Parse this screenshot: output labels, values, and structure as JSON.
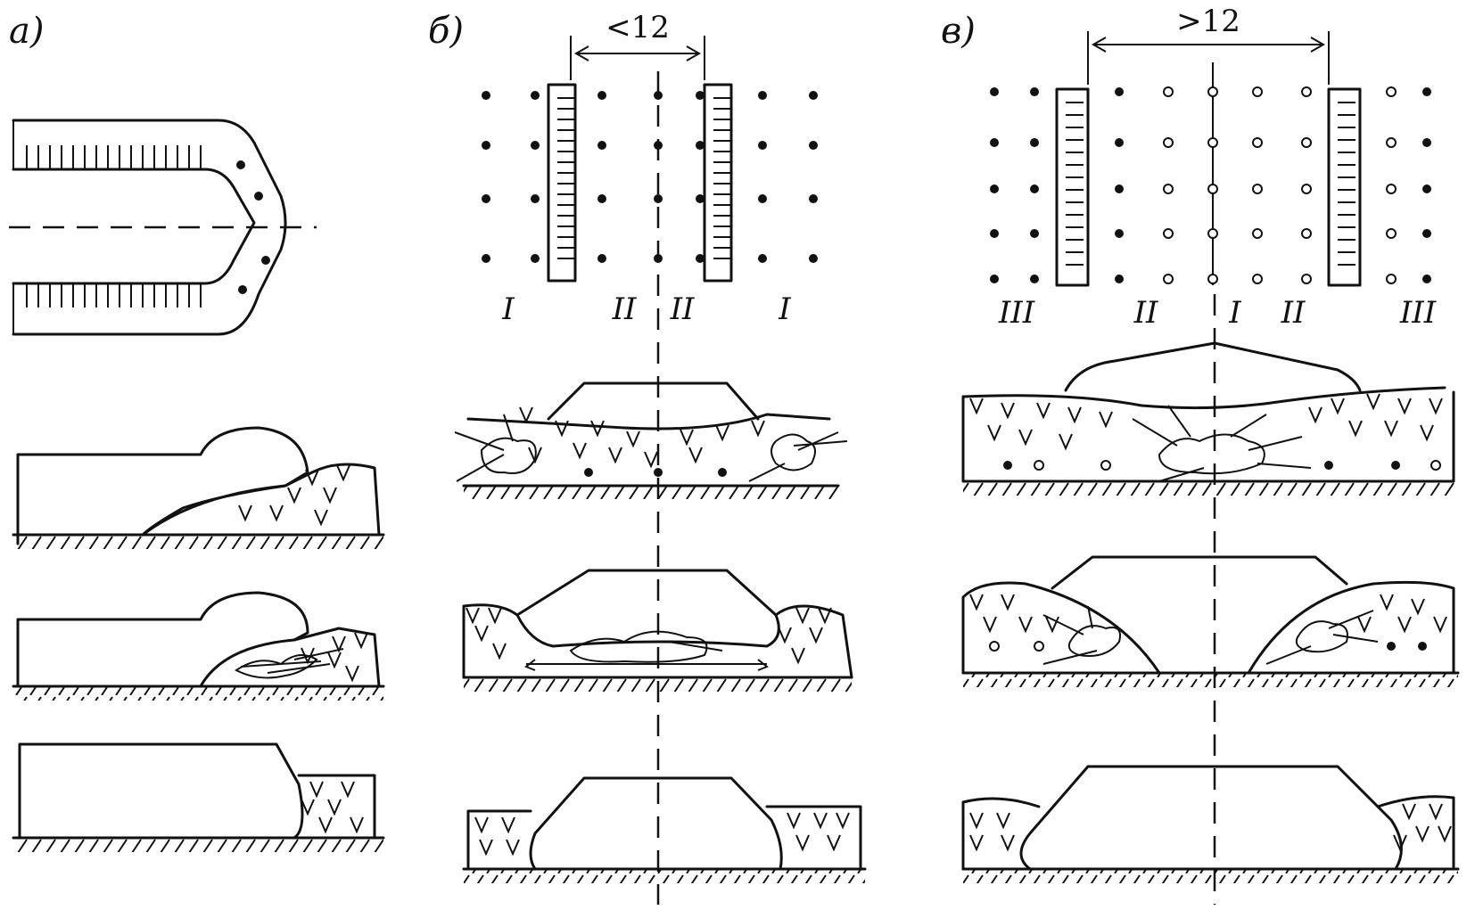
{
  "panels": [
    {
      "id": "a",
      "label": "а)"
    },
    {
      "id": "b",
      "label": "б)",
      "spacing_label": "<12",
      "zones": [
        "I",
        "II",
        "II",
        "I"
      ]
    },
    {
      "id": "v",
      "label": "в)",
      "spacing_label": ">12",
      "zones": [
        "III",
        "II",
        "I",
        "II",
        "III"
      ]
    }
  ]
}
